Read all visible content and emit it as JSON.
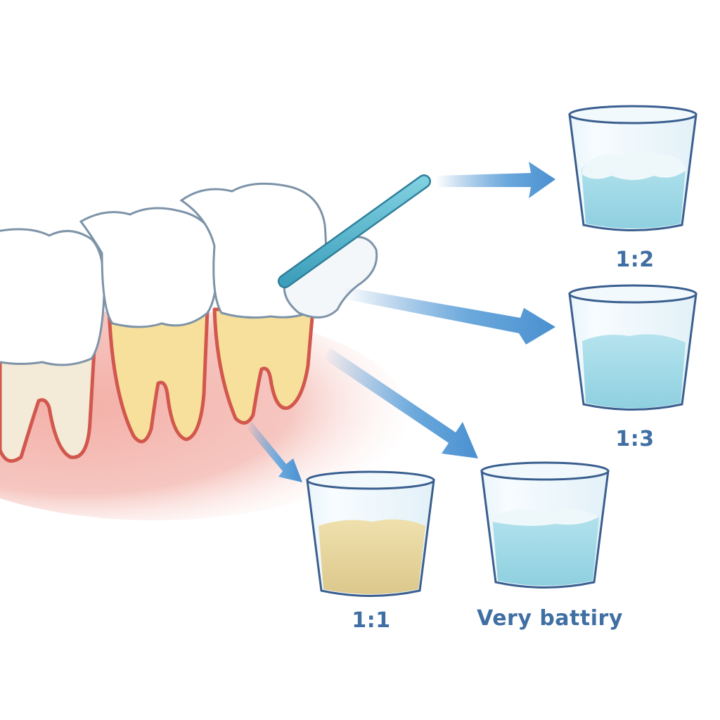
{
  "diagram": {
    "subject": "tooth-sampling-dilution-illustration",
    "colors": {
      "label_text": "#3f6fa3",
      "arrow": "#4a90d0",
      "swab_stick": "#4fb3cc",
      "gum": "#f2b3ad",
      "root_outline": "#d2574d",
      "root_yellow": "#f7df9c",
      "root_cream": "#f3ead8",
      "cup_outline": "#3a5f8f",
      "liquid_blue": "#9fd8e6",
      "liquid_yellow": "#e6d49a"
    },
    "cups": [
      {
        "id": "cup-1-2",
        "label": "1:2",
        "liquid": "blue"
      },
      {
        "id": "cup-1-3",
        "label": "1:3",
        "liquid": "blue"
      },
      {
        "id": "cup-1-1",
        "label": "1:1",
        "liquid": "yellow"
      },
      {
        "id": "cup-very",
        "label": "Very battiry",
        "liquid": "blue"
      }
    ]
  }
}
